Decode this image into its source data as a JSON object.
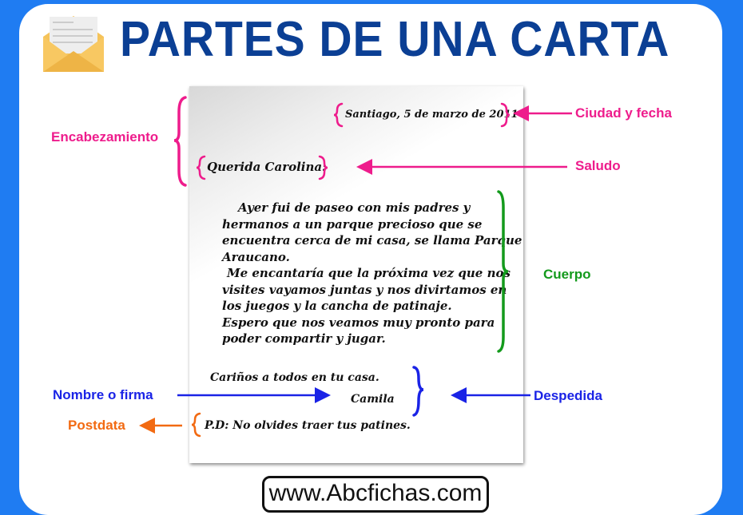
{
  "title": "PARTES DE UNA CARTA",
  "icon": "envelope-letter-icon",
  "letter": {
    "date": "Santiago, 5 de marzo de 2011",
    "greeting": "Querida Carolina:",
    "body": [
      "Ayer fui de paseo con mis padres y",
      "hermanos a un parque precioso que se",
      "encuentra cerca de mi casa, se llama Parque",
      "Araucano.",
      "Me encantaría que la próxima vez que nos",
      "visites vayamos juntas  y nos divirtamos en",
      "los juegos y la cancha de patinaje.",
      "Espero que nos veamos muy pronto para",
      "poder compartir y jugar."
    ],
    "closing": "Cariños a todos en tu casa.",
    "signature": "Camila",
    "postscript": "P.D: No olvides traer tus patines."
  },
  "labels": {
    "heading": "Encabezamiento",
    "city_date": "Ciudad y fecha",
    "greeting": "Saludo",
    "body": "Cuerpo",
    "farewell": "Despedida",
    "signature": "Nombre o firma",
    "postscript": "Postdata"
  },
  "colors": {
    "pink": "#ee1c8c",
    "green": "#139a1c",
    "blue": "#1a23e6",
    "orange": "#f26a12",
    "title": "#0b3f94",
    "frame": "#1f7cf2"
  },
  "url": "www.Abcfichas.com"
}
